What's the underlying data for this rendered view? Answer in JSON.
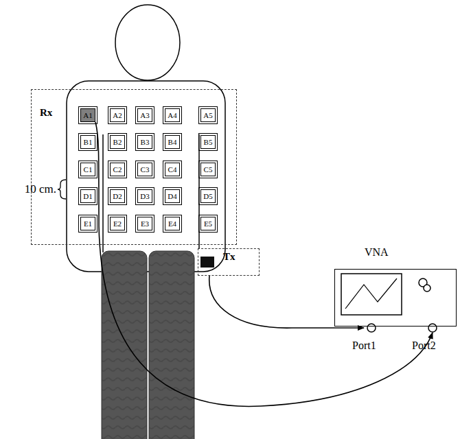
{
  "diagram": {
    "nodes": [
      {
        "text": [
          "Rx"
        ]
      },
      {
        "text": [
          "A1"
        ],
        "in": 0
      },
      {
        "text": [
          "A2"
        ],
        "in": 0
      },
      {
        "text": [
          "A3"
        ],
        "in": 0
      },
      {
        "text": [
          "A4"
        ],
        "in": 0
      },
      {
        "text": [
          "A5"
        ],
        "in": 0
      },
      {
        "text": [
          "B1"
        ],
        "in": 0
      },
      {
        "text": [
          "B2"
        ],
        "in": 0
      },
      {
        "text": [
          "B3"
        ],
        "in": 0
      },
      {
        "text": [
          "B4"
        ],
        "in": 0
      },
      {
        "text": [
          "B5"
        ],
        "in": 0
      },
      {
        "text": [
          "C1"
        ],
        "in": 0
      },
      {
        "text": [
          "C2"
        ],
        "in": 0
      },
      {
        "text": [
          "C3"
        ],
        "in": 0
      },
      {
        "text": [
          "C4"
        ],
        "in": 0
      },
      {
        "text": [
          "C5"
        ],
        "in": 0
      },
      {
        "text": [
          "D1"
        ],
        "in": 0
      },
      {
        "text": [
          "D2"
        ],
        "in": 0
      },
      {
        "text": [
          "D3"
        ],
        "in": 0
      },
      {
        "text": [
          "D4"
        ],
        "in": 0
      },
      {
        "text": [
          "D5"
        ],
        "in": 0
      },
      {
        "text": [
          "E1"
        ],
        "in": 0
      },
      {
        "text": [
          "E2"
        ],
        "in": 0
      },
      {
        "text": [
          "E3"
        ],
        "in": 0
      },
      {
        "text": [
          "E4"
        ],
        "in": 0
      },
      {
        "text": [
          "E5"
        ],
        "in": 0
      },
      {
        "text": [
          "Tx"
        ]
      },
      {
        "text": [
          "VNA",
          "Port1",
          "Port2"
        ]
      }
    ],
    "edges": [
      {
        "from": 26,
        "to": 27,
        "arrow": "to"
      },
      {
        "from": 1,
        "to": 27,
        "arrow": "to"
      }
    ],
    "labels": [
      "10 cm."
    ]
  }
}
